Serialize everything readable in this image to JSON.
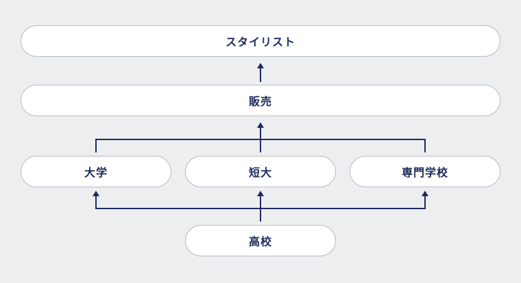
{
  "diagram": {
    "accent_color": "#1b2a5c",
    "nodes": {
      "stylist": "スタイリスト",
      "sales": "販売",
      "university": "大学",
      "junior_college": "短大",
      "vocational_school": "専門学校",
      "high_school": "高校"
    }
  }
}
